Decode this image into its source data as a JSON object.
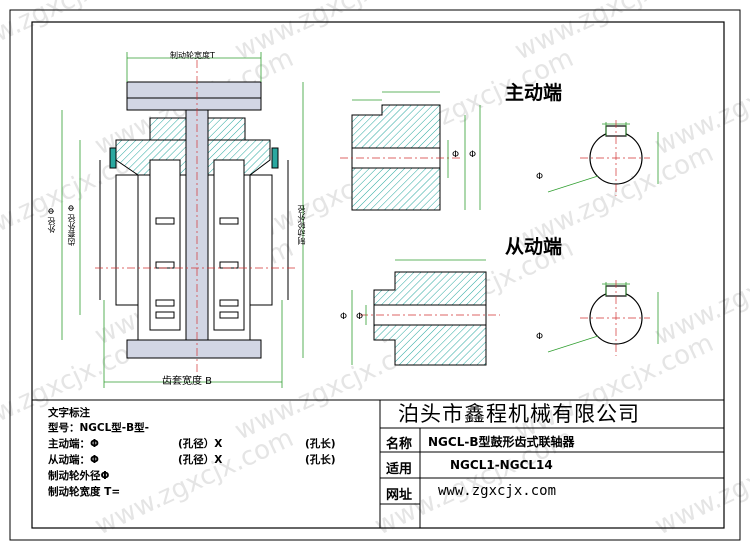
{
  "title_block": {
    "company": "泊头市鑫程机械有限公司",
    "name_label": "名称",
    "name_value": "NGCL-B型鼓形齿式联轴器",
    "applies_label": "适用",
    "applies_value": "NGCL1-NGCL14",
    "url_label": "网址",
    "url_value": "www.zgxcjx.com"
  },
  "notes": {
    "heading": "文字标注",
    "model": "型号：NGCL型-B型-",
    "driver_prefix": "主动端：Φ",
    "driver_bore": "(孔径）X",
    "driver_len": "(孔长)",
    "driven_prefix": "从动端：Φ",
    "driven_bore": "(孔径）X",
    "driven_len": "(孔长)",
    "wheel_od": "制动轮外径Φ",
    "wheel_width": "制动轮宽度 T="
  },
  "views": {
    "driver_title": "主动端",
    "driven_title": "从动端"
  },
  "dims": {
    "top_width": "制动轮宽度T",
    "bottom_width": "齿套宽度 B",
    "left_outer": "外径 Φ",
    "left_gear": "齿套外径 Φ",
    "right_wheel": "制动轮外径",
    "phi": "Φ"
  },
  "watermark": "www.zgxcjx.com",
  "colors": {
    "line": "#000000",
    "dim_green": "#2f9e2f",
    "dim_red": "#cc1f1f",
    "hatch_teal": "#2aa8a0",
    "body_gray": "#d2d6e4",
    "axis_red": "#d23232",
    "watermark": "#cfcfcf"
  }
}
